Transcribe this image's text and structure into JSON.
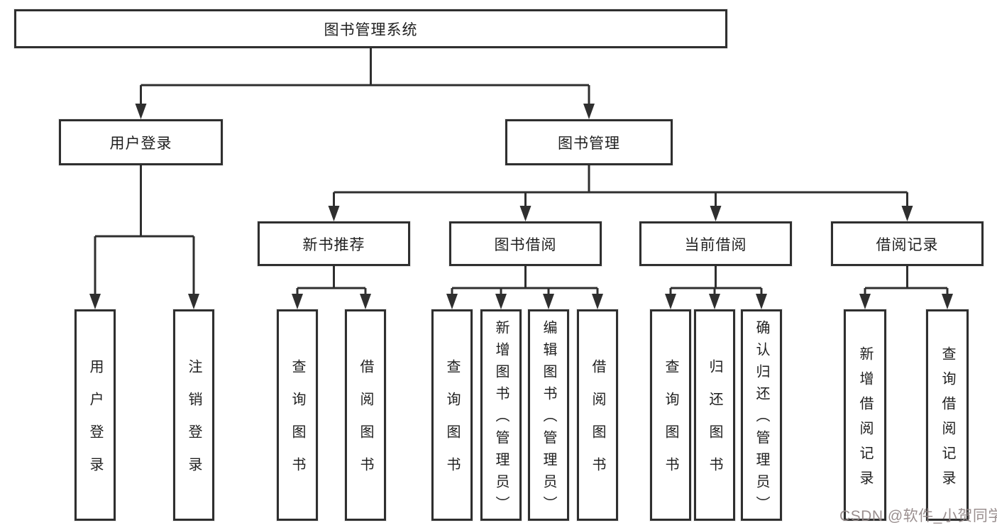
{
  "title": "图书管理系统",
  "watermark": "CSDN @软件_小贺同学",
  "colors": {
    "line": "#2f2f2f",
    "box_border": "#2f2f2f",
    "box_background": "#ffffff",
    "text": "#1f1f1f",
    "watermark": "#918686"
  },
  "tree": {
    "root": "图书管理系统",
    "branches": [
      {
        "label": "用户登录",
        "children": [
          "用户登录",
          "注销登录"
        ]
      },
      {
        "label": "图书管理",
        "children": [
          {
            "label": "新书推荐",
            "children": [
              "查询图书",
              "借阅图书"
            ]
          },
          {
            "label": "图书借阅",
            "children": [
              "查询图书",
              "新增图书（管理员）",
              "编辑图书（管理员）",
              "借阅图书"
            ]
          },
          {
            "label": "当前借阅",
            "children": [
              "查询图书",
              "归还图书",
              "确认归还（管理员）"
            ]
          },
          {
            "label": "借阅记录",
            "children": [
              "新增借阅记录",
              "查询借阅记录"
            ]
          }
        ]
      }
    ]
  }
}
